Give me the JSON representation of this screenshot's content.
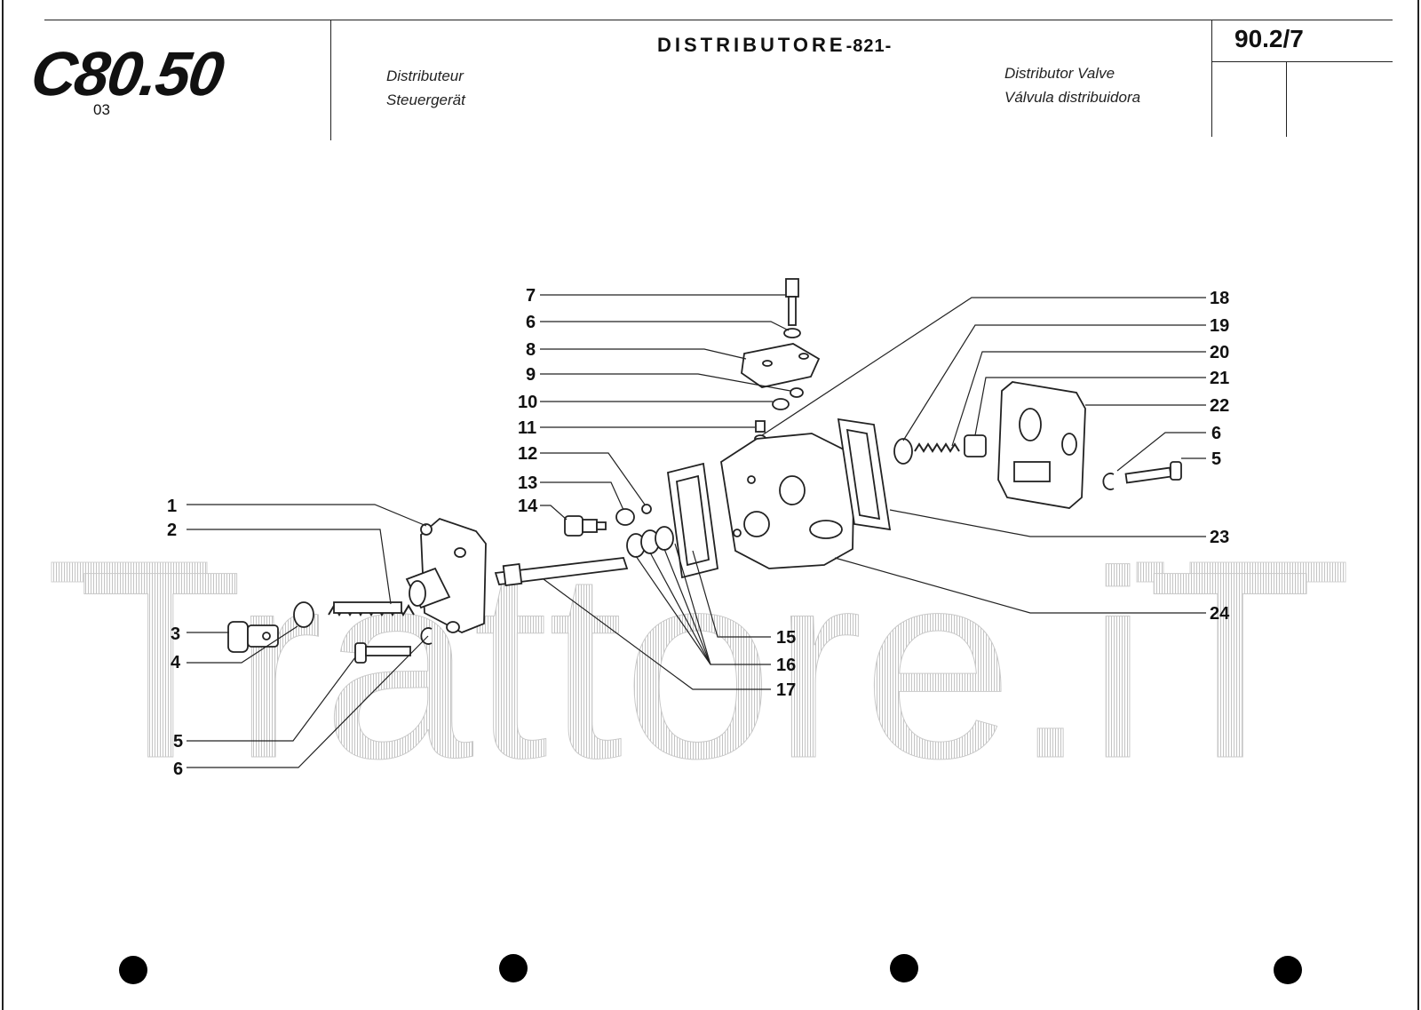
{
  "header": {
    "model_logo": "C80.50",
    "model_sub": "03",
    "title_main": "DISTRIBUTORE",
    "title_code": "-821-",
    "lang_fr": "Distributeur",
    "lang_de": "Steuergerät",
    "lang_en": "Distributor Valve",
    "lang_es": "Válvula distribuidora",
    "page_code": "90.2/7"
  },
  "watermark": "Trattore.iT",
  "callouts": [
    "1",
    "2",
    "3",
    "4",
    "5",
    "6",
    "7",
    "6",
    "8",
    "9",
    "10",
    "11",
    "12",
    "13",
    "14",
    "15",
    "16",
    "17",
    "18",
    "19",
    "20",
    "21",
    "22",
    "6",
    "5",
    "23",
    "24"
  ]
}
